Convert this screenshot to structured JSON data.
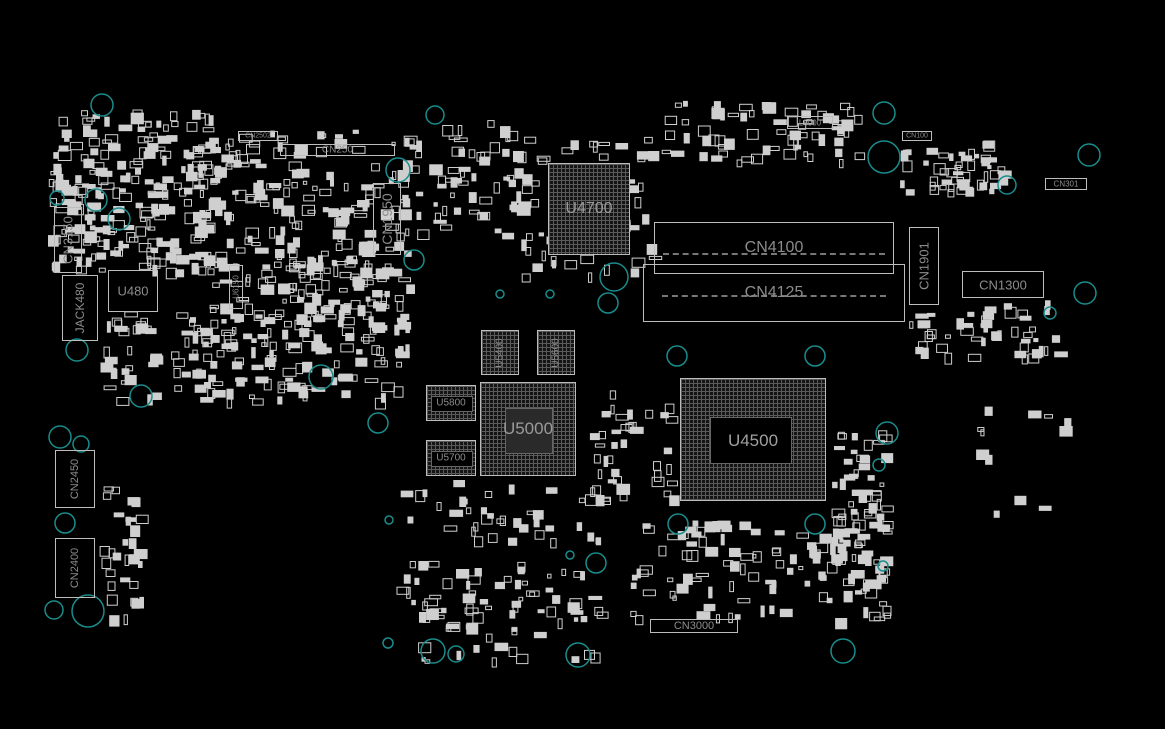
{
  "board": {
    "components": {
      "cn3150": "CN3150",
      "jack480": "JACK480",
      "u480": "U480",
      "cn250": "CN250",
      "cn1950": "CN1950",
      "u4700": "U4700",
      "cn4100": "CN4100",
      "cn4125": "CN4125",
      "cn1901": "CN1901",
      "cn1300": "CN1300",
      "cn301": "CN301",
      "u5400": "U5400",
      "u5600": "U5600",
      "u5000": "U5000",
      "u5800": "U5800",
      "u5700": "U5700",
      "u4500": "U4500",
      "cn3000": "CN3000",
      "cn2450": "CN2450",
      "cn2400": "CN2400",
      "l5000": "L5000",
      "cn100": "CN100",
      "cn2502": "CN2502",
      "u6150": "U6150"
    },
    "colors": {
      "outline": "#bdbdbd",
      "label": "#8c8c8c",
      "mounting_hole": "#1a8c8c",
      "background": "#000000"
    }
  }
}
